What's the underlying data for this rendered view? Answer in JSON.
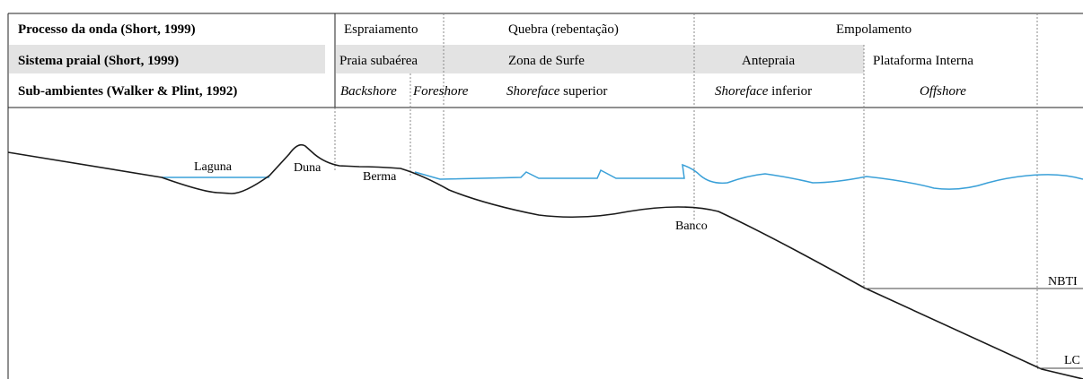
{
  "rows": {
    "process": {
      "header": "Processo da onda (Short, 1999)",
      "cells": [
        "Espraiamento",
        "Quebra (rebentação)",
        "Empolamento"
      ]
    },
    "system": {
      "header": "Sistema praial (Short, 1999)",
      "cells": [
        "Praia subaérea",
        "Zona de Surfe",
        "Antepraia",
        "Plataforma Interna"
      ]
    },
    "subenv": {
      "header": "Sub-ambientes (Walker & Plint, 1992)",
      "backshore": "Backshore",
      "foreshore": "Foreshore",
      "shoreface_sup_i": "Shoreface",
      "shoreface_sup_r": " superior",
      "shoreface_inf_i": "Shoreface",
      "shoreface_inf_r": " inferior",
      "offshore": "Offshore"
    }
  },
  "profile_labels": {
    "laguna": "Laguna",
    "duna": "Duna",
    "berma": "Berma",
    "banco": "Banco",
    "nbt": "NBTI",
    "lc": "LC"
  },
  "colors": {
    "seabed": "#1a1a1a",
    "water": "#3aa0d8",
    "system_shade": "#e3e3e3",
    "grid": "#888888"
  }
}
